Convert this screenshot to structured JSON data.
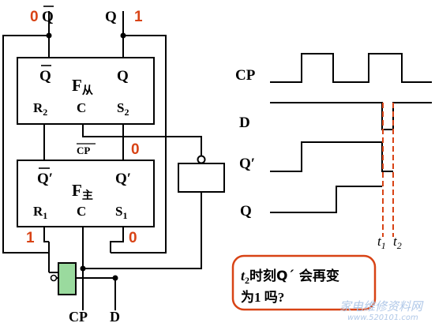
{
  "top_labels": {
    "qbar": "Q",
    "q": "Q",
    "val_qbar": "0",
    "val_q": "1"
  },
  "slave": {
    "name_main": "F",
    "name_sub": "从",
    "qbar": "Q",
    "q": "Q",
    "r": "R",
    "r_sub": "2",
    "c": "C",
    "s": "S",
    "s_sub": "2"
  },
  "master": {
    "name_main": "F",
    "name_sub": "主",
    "qbar": "Q′",
    "q": "Q′",
    "r": "R",
    "r_sub": "1",
    "c": "C",
    "s": "S",
    "s_sub": "1"
  },
  "middle_labels": {
    "cpbar": "CP",
    "val_q1": "0"
  },
  "bottom_labels": {
    "val_r1": "1",
    "val_s1": "0",
    "cp": "CP",
    "d": "D"
  },
  "timing": {
    "signals": [
      "CP",
      "D",
      "Q′",
      "Q"
    ],
    "t1": "t",
    "t1_sub": "1",
    "t2": "t",
    "t2_sub": "2"
  },
  "question": {
    "t": "t",
    "t_sub": "2",
    "line1_rest": "时刻Q´ 会再变",
    "line2": "为1 吗?"
  },
  "watermark": "家电维修资料网",
  "watermark_url": "www.520101.com",
  "colors": {
    "line": "#000000",
    "accent_red": "#d84315",
    "dashed": "#d84315",
    "callout_border": "#d84315"
  }
}
